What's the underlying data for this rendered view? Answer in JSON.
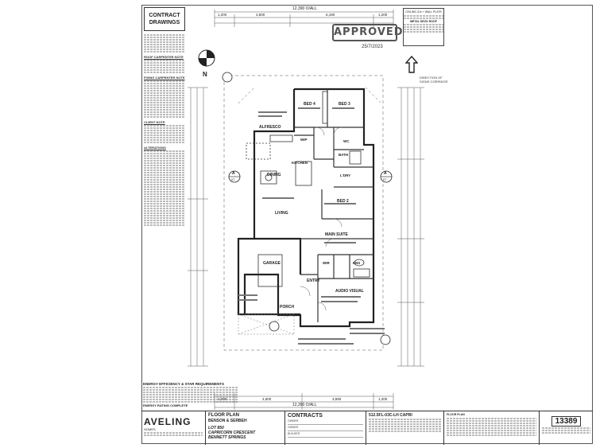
{
  "title_box": {
    "line1": "CONTRACT",
    "line2": "DRAWINGS"
  },
  "notes": {
    "section_1": "ROOF CARPENTER NOTE",
    "section_2": "FIXING CARPENTER NOTE",
    "section_3": "CLIENT NOTE",
    "section_4": "ALTERATIONS"
  },
  "approval": {
    "stamp": "APPROVED",
    "date": "25/7/2023"
  },
  "ceiling": {
    "heading": "CEILING 31c + WALL PLATE",
    "metal_deck_roof": "METAL DECK ROOF"
  },
  "direction": {
    "line1": "DIRECTION OF",
    "line2": "SIGNS CORRIDOR"
  },
  "north_label": "N",
  "dimensions": {
    "top_overall": "12,390 O/ALL",
    "top_parts": [
      "1,200",
      "3,800",
      "6,190",
      "1,200"
    ],
    "bottom_overall": "12,390 O/ALL",
    "bottom_parts": [
      "1,200",
      "4,600",
      "3,590",
      "1,200"
    ]
  },
  "rooms": {
    "bed4": "BED 4",
    "bed3": "BED 3",
    "alfresco": "ALFRESCO",
    "wip": "WIP",
    "wc": "WC",
    "bath": "BATH",
    "kitchen": "KITCHEN",
    "dining": "DINING",
    "ldry": "L'DRY",
    "bed2": "BED 2",
    "living": "LIVING",
    "main_suite": "MAIN SUITE",
    "garage": "GARAGE",
    "wir": "WIR",
    "ens": "ENS",
    "entry": "ENTRY",
    "audio_visual": "AUDIO VISUAL",
    "porch": "PORCH"
  },
  "section_markers": {
    "a_left": "A",
    "a_right": "A",
    "sheet": "07"
  },
  "energy": {
    "heading": "ENERGY EFFICIENCY & STAR REQUIREMENTS",
    "rating": "ENERGY RATING COMPLETE"
  },
  "title_block": {
    "brand": "AVELING",
    "brand_sub": "HOMES",
    "plan_title": "FLOOR PLAN",
    "client": "BENSON & SERBEH",
    "lot": "LOT 850",
    "street": "CAPRICORN CRESCENT",
    "suburb": "BENNETT SPRINGS",
    "contracts": "CONTRACTS",
    "contract_rows": [
      "OWNER",
      "OWNER",
      "BUILDER"
    ],
    "house_code": "512.5FL-03C-LH CAPRI",
    "job_no": "13389",
    "floor_plan_label": "FLOOR PLAN"
  }
}
